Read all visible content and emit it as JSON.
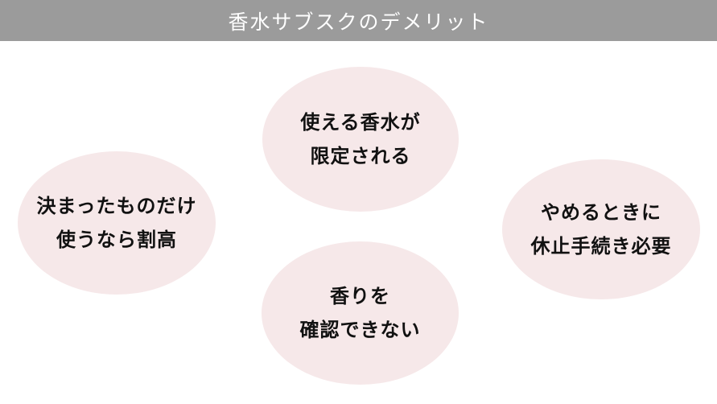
{
  "title": "香水サブスクのデメリット",
  "colors": {
    "header": "#9b9b9b",
    "bubble": "#f6e8e9"
  },
  "bubbles": [
    {
      "lines": [
        "使える香水が",
        "限定される"
      ]
    },
    {
      "lines": [
        "決まったものだけ",
        "使うなら割高"
      ]
    },
    {
      "lines": [
        "やめるときに",
        "休止手続き必要"
      ]
    },
    {
      "lines": [
        "香りを",
        "確認できない"
      ]
    }
  ]
}
